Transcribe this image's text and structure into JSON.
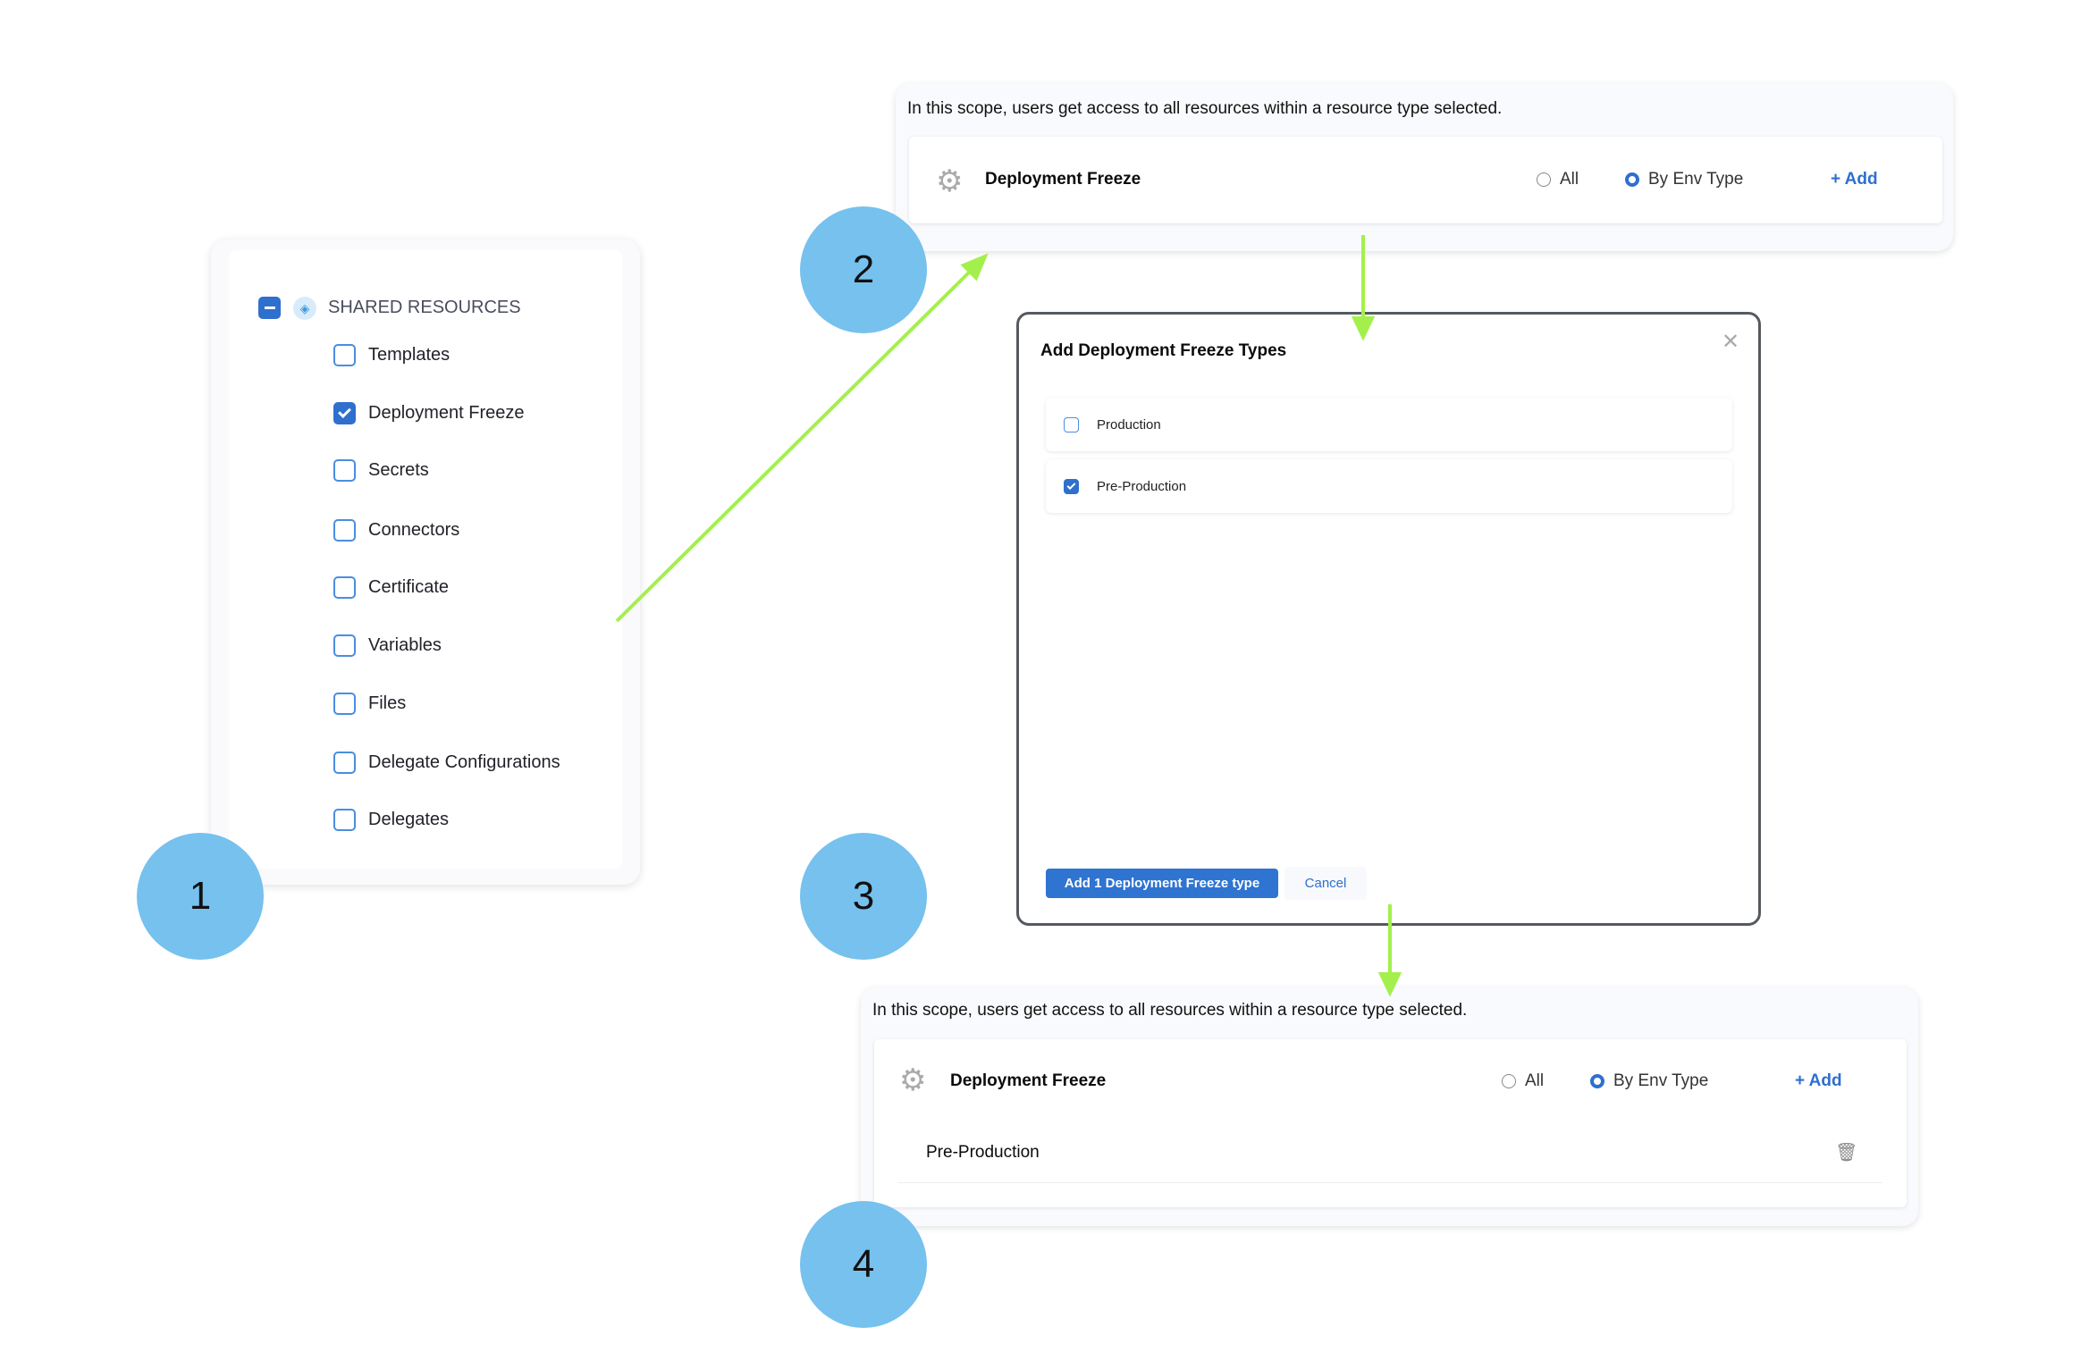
{
  "steps": [
    "1",
    "2",
    "3",
    "4"
  ],
  "shared_resources": {
    "header": "SHARED RESOURCES",
    "items": [
      {
        "label": "Templates",
        "checked": false
      },
      {
        "label": "Deployment Freeze",
        "checked": true
      },
      {
        "label": "Secrets",
        "checked": false
      },
      {
        "label": "Connectors",
        "checked": false
      },
      {
        "label": "Certificate",
        "checked": false
      },
      {
        "label": "Variables",
        "checked": false
      },
      {
        "label": "Files",
        "checked": false
      },
      {
        "label": "Delegate Configurations",
        "checked": false
      },
      {
        "label": "Delegates",
        "checked": false
      }
    ]
  },
  "scope_panel": {
    "description": "In this scope, users get access to all resources within a resource type selected.",
    "resource": "Deployment Freeze",
    "radio_all": "All",
    "radio_by_env": "By Env Type",
    "selected": "By Env Type",
    "add_label": "+ Add"
  },
  "modal": {
    "title": "Add Deployment Freeze Types",
    "options": [
      {
        "label": "Production",
        "checked": false
      },
      {
        "label": "Pre-Production",
        "checked": true
      }
    ],
    "primary_button": "Add 1 Deployment Freeze type",
    "cancel_button": "Cancel"
  },
  "result_panel": {
    "description": "In this scope, users get access to all resources within a resource type selected.",
    "resource": "Deployment Freeze",
    "radio_all": "All",
    "radio_by_env": "By Env Type",
    "add_label": "+ Add",
    "added_items": [
      "Pre-Production"
    ]
  },
  "colors": {
    "accent": "#2f6fce",
    "step_circle": "#76c1ee",
    "arrow": "#a3f04c"
  }
}
